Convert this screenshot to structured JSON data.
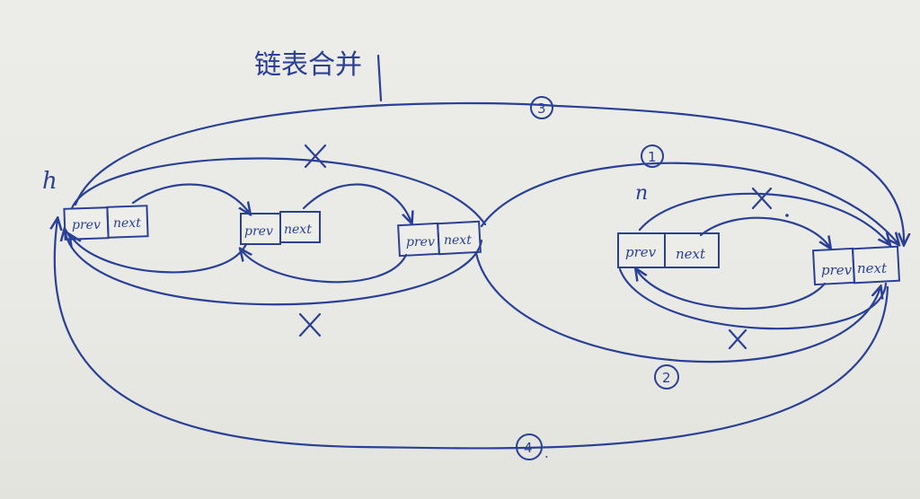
{
  "title": "链表合并",
  "head_labels": {
    "h": "h",
    "n": "n"
  },
  "node_fields": {
    "prev": "prev",
    "next": "next"
  },
  "markers": {
    "one": "1",
    "two": "2",
    "three": "3",
    "four": "4",
    "four_suffix": "."
  },
  "colors": {
    "ink": "#2a3f96",
    "paper": "#ecece8"
  }
}
